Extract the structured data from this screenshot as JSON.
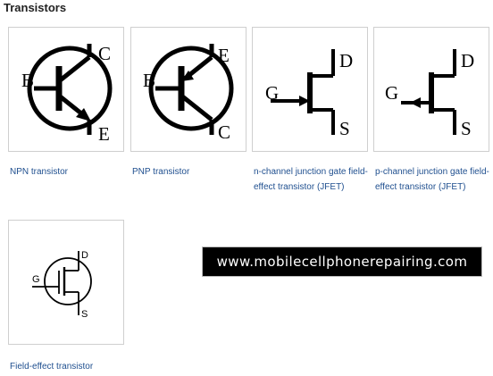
{
  "heading": "Transistors",
  "items": [
    {
      "caption": "NPN transistor",
      "labels": {
        "b": "B",
        "c": "C",
        "e": "E"
      }
    },
    {
      "caption": "PNP transistor",
      "labels": {
        "b": "B",
        "e": "E",
        "c": "C"
      }
    },
    {
      "caption": "n-channel junction gate field-effect transistor (JFET)",
      "labels": {
        "g": "G",
        "d": "D",
        "s": "S"
      }
    },
    {
      "caption": "p-channel junction gate field-effect transistor (JFET)",
      "labels": {
        "g": "G",
        "d": "D",
        "s": "S"
      }
    },
    {
      "caption": "Field-effect transistor",
      "labels": {
        "g": "G",
        "d": "D",
        "s": "S"
      }
    }
  ],
  "watermark": "www.mobilecellphonerepairing.com"
}
